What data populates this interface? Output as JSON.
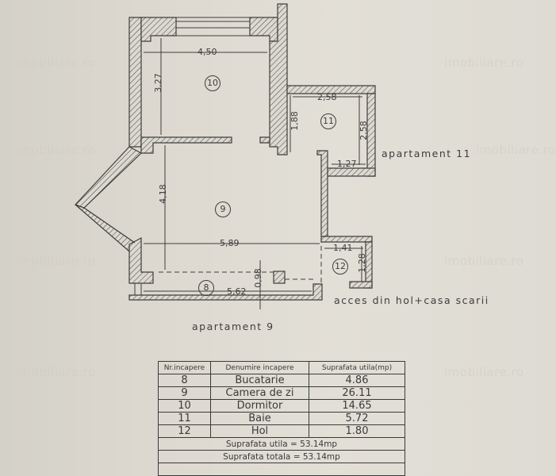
{
  "floor_plan": {
    "rooms": [
      {
        "number": "8",
        "label": "8"
      },
      {
        "number": "9",
        "label": "9"
      },
      {
        "number": "10",
        "label": "10"
      },
      {
        "number": "11",
        "label": "11"
      },
      {
        "number": "12",
        "label": "12"
      }
    ],
    "dimensions": {
      "room10_width": "4,50",
      "room10_height": "3,27",
      "room11_width": "2,58",
      "room11_height_right": "2,58",
      "room11_height_left": "1,88",
      "room11_bottom": "1,27",
      "room9_height": "4,18",
      "room9_width": "5,89",
      "room8_width": "5,62",
      "room8_height": "0,98",
      "room12_width": "1,41",
      "room12_height": "1,28"
    },
    "annotations": {
      "apartment_11": "apartament 11",
      "apartment_9": "apartament 9",
      "access": "acces din hol+casa scarii"
    },
    "watermark": "imobiliare.ro"
  },
  "rooms_table": {
    "headers": [
      "Nr.incapere",
      "Denumire incapere",
      "Suprafata utila(mp)"
    ],
    "rows": [
      {
        "nr": "8",
        "name": "Bucatarie",
        "area": "4.86"
      },
      {
        "nr": "9",
        "name": "Camera de zi",
        "area": "26.11"
      },
      {
        "nr": "10",
        "name": "Dormitor",
        "area": "14.65"
      },
      {
        "nr": "11",
        "name": "Baie",
        "area": "5.72"
      },
      {
        "nr": "12",
        "name": "Hol",
        "area": "1.80"
      }
    ],
    "total_useful": "Suprafata utila = 53.14mp",
    "total_area": "Suprafata totala = 53.14mp"
  }
}
